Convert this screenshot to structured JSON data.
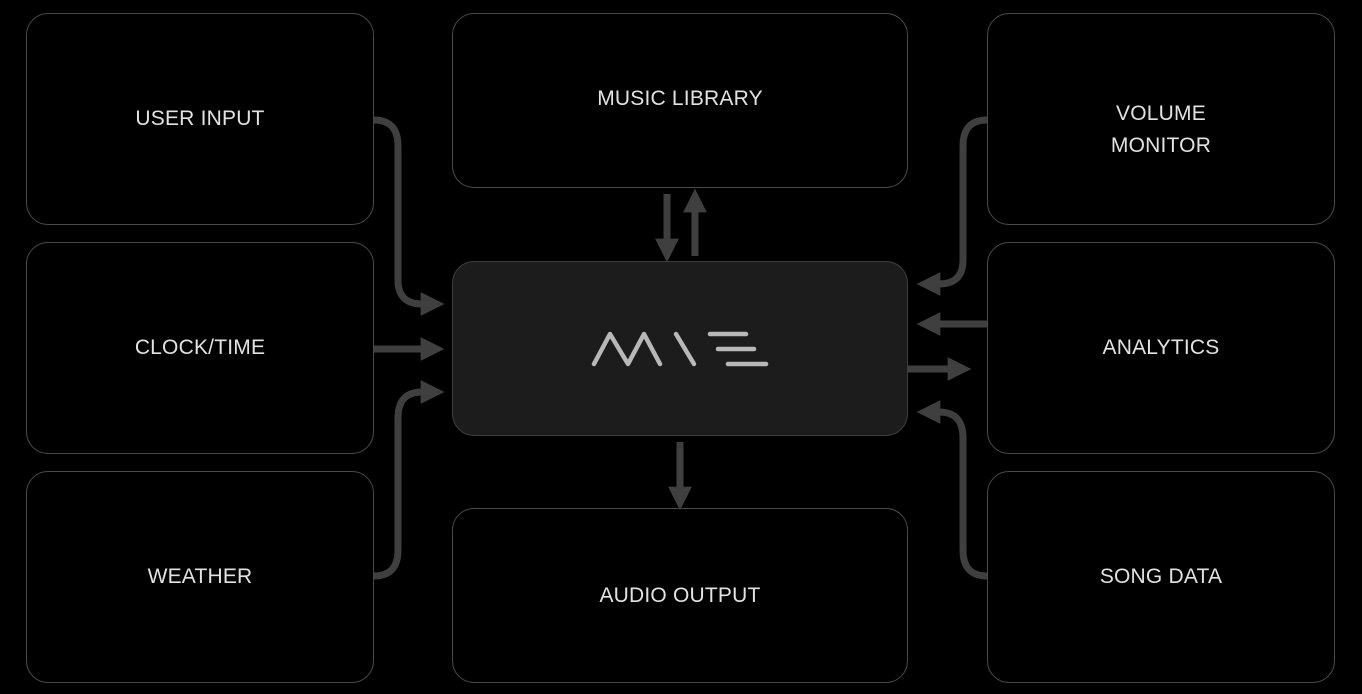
{
  "nodes": {
    "user_input": "USER INPUT",
    "clock_time": "CLOCK/TIME",
    "weather": "WEATHER",
    "music_library": "MUSIC LIBRARY",
    "audio_output": "AUDIO OUTPUT",
    "volume_monitor": "VOLUME\nMONITOR",
    "analytics": "ANALYTICS",
    "song_data": "SONG DATA"
  },
  "core": {
    "logo": "mave-logo"
  },
  "colors": {
    "background": "#000000",
    "arrow": "#3f3f3f",
    "box_border": "#4a4a4a",
    "core_fill": "#1c1c1c",
    "text": "#e2e2e2",
    "logo": "#b8b8b8"
  }
}
